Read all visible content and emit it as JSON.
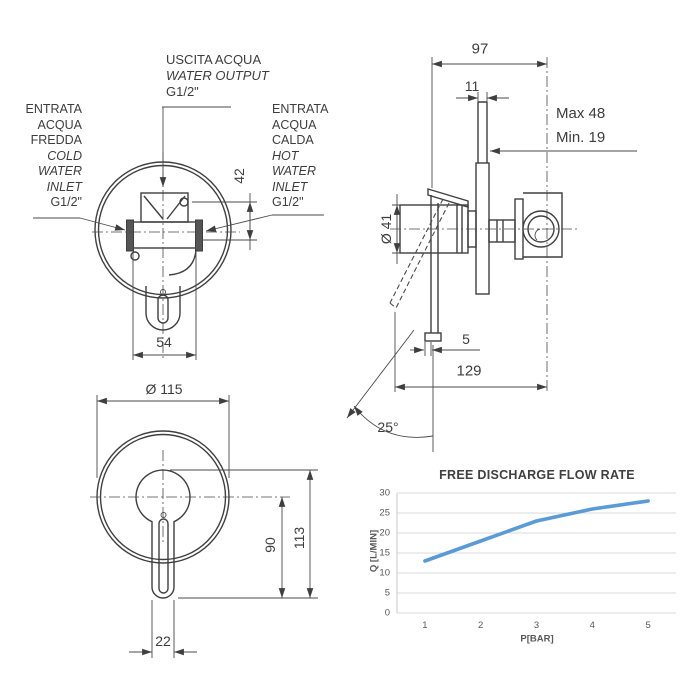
{
  "front_top_view": {
    "output_label": [
      "USCITA ACQUA",
      "WATER OUTPUT",
      "G1/2\""
    ],
    "cold_label": [
      "ENTRATA",
      "ACQUA",
      "FREDDA",
      "COLD",
      "WATER",
      "INLET",
      "G1/2\""
    ],
    "hot_label": [
      "ENTRATA",
      "ACQUA",
      "CALDA",
      "HOT",
      "WATER",
      "INLET",
      "G1/2\""
    ],
    "dim_output_depth": "42",
    "dim_body_width": "54"
  },
  "side_view": {
    "dim_total_depth": "97",
    "dim_plate_thickness": "11",
    "dim_max": "Max 48",
    "dim_min": "Min. 19",
    "dim_body_diameter": "Ø 41",
    "dim_handle_offset": "5",
    "dim_total_length": "129",
    "dim_handle_angle": "25°"
  },
  "front_bottom_view": {
    "dim_plate_diameter": "Ø 115",
    "dim_handle_center": "90",
    "dim_total_height": "113",
    "dim_handle_width": "22"
  },
  "chart_data": {
    "type": "line",
    "title": "FREE DISCHARGE FLOW RATE",
    "xlabel": "P[BAR]",
    "ylabel": "Q [L/MIN]",
    "x": [
      1,
      2,
      3,
      4,
      5
    ],
    "values": [
      13,
      18,
      23,
      26,
      28
    ],
    "x_ticks": [
      1,
      2,
      3,
      4,
      5
    ],
    "y_ticks": [
      0,
      5,
      10,
      15,
      20,
      25,
      30
    ],
    "xlim": [
      0.5,
      5.5
    ],
    "ylim": [
      0,
      30
    ],
    "grid": true,
    "legend": false,
    "line_color": "#5B9BD5",
    "grid_color": "#d9d9d9"
  }
}
